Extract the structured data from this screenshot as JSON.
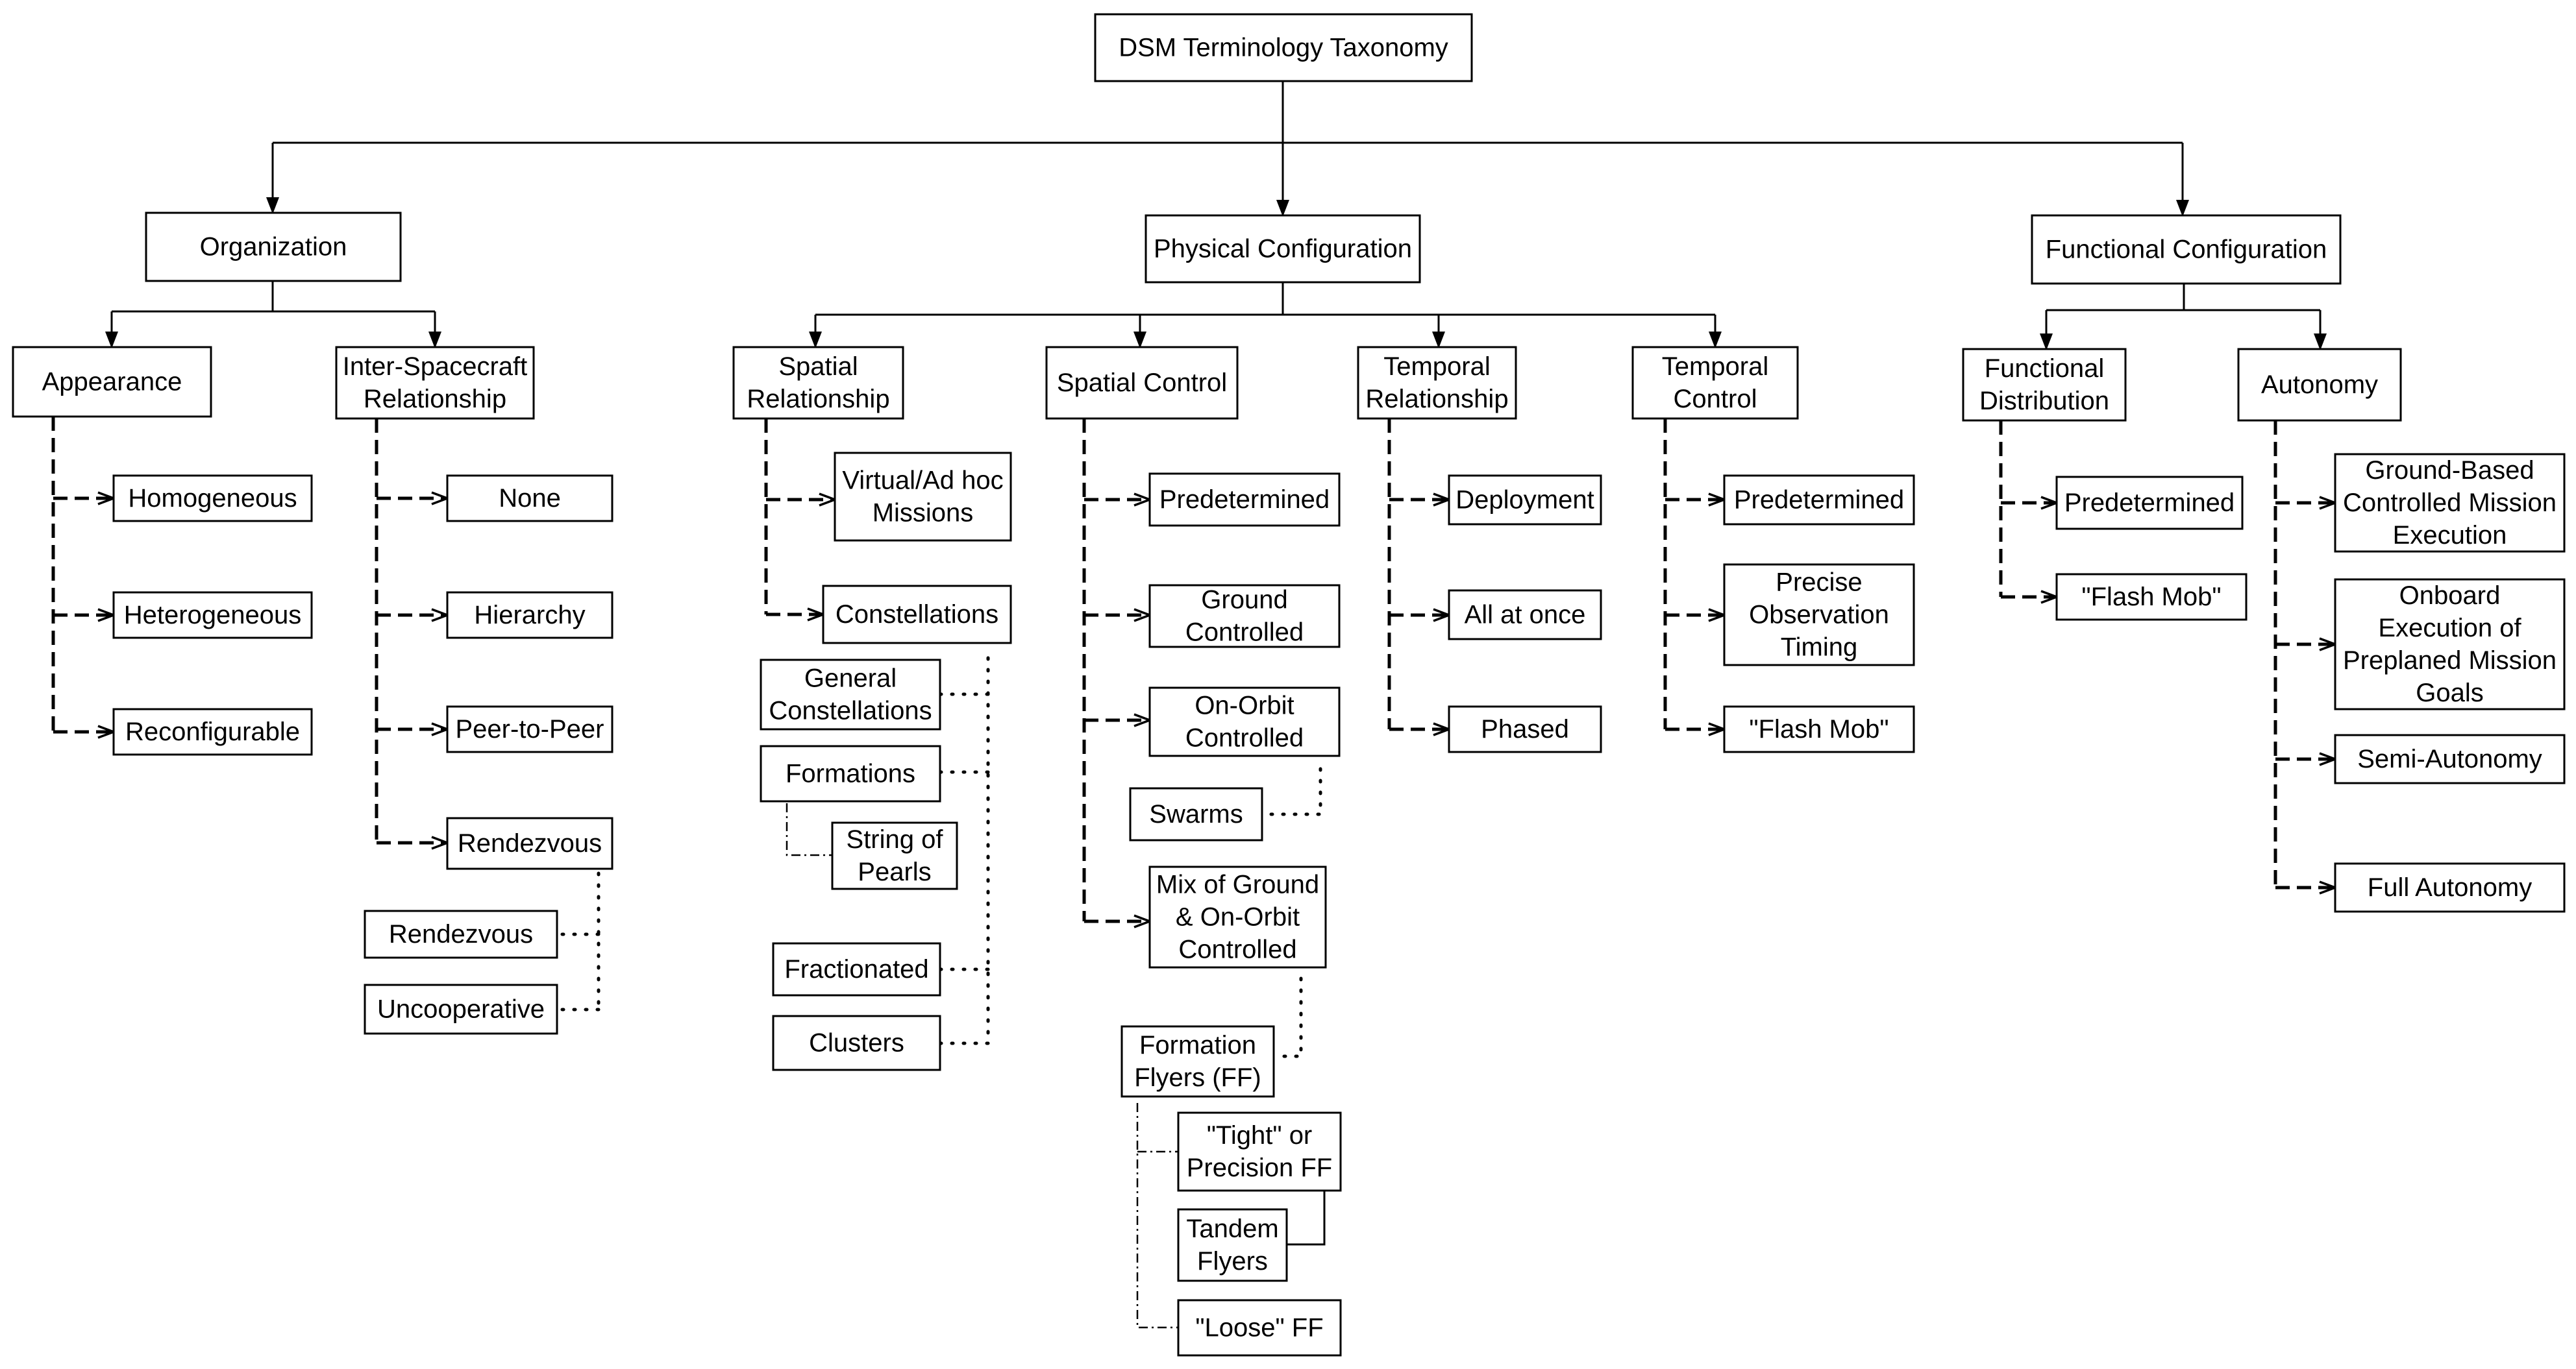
{
  "title": "DSM Terminology Taxonomy",
  "categories": {
    "organization": "Organization",
    "physical": "Physical Configuration",
    "functional": "Functional Configuration"
  },
  "subcategories": {
    "appearance": "Appearance",
    "inter_sc": [
      "Inter-Spacecraft",
      "Relationship"
    ],
    "spatial_rel": [
      "Spatial",
      "Relationship"
    ],
    "spatial_ctrl": "Spatial Control",
    "temporal_rel": [
      "Temporal",
      "Relationship"
    ],
    "temporal_ctrl": [
      "Temporal",
      "Control"
    ],
    "func_dist": [
      "Functional",
      "Distribution"
    ],
    "autonomy": "Autonomy"
  },
  "appearance": [
    "Homogeneous",
    "Heterogeneous",
    "Reconfigurable"
  ],
  "inter_sc": [
    "None",
    "Hierarchy",
    "Peer-to-Peer",
    "Rendezvous"
  ],
  "rendezvous_types": [
    "Rendezvous",
    "Uncooperative"
  ],
  "spatial_rel": {
    "virtual": [
      "Virtual/Ad hoc",
      "Missions"
    ],
    "constellations": "Constellations",
    "general": [
      "General",
      "Constellations"
    ],
    "formations": "Formations",
    "string": [
      "String of",
      "Pearls"
    ],
    "fractionated": "Fractionated",
    "clusters": "Clusters"
  },
  "spatial_ctrl": {
    "predetermined": "Predetermined",
    "ground": [
      "Ground",
      "Controlled"
    ],
    "onorbit": [
      "On-Orbit",
      "Controlled"
    ],
    "swarms": "Swarms",
    "mix": [
      "Mix of Ground",
      "& On-Orbit",
      "Controlled"
    ],
    "ff": [
      "Formation",
      "Flyers (FF)"
    ],
    "tight": [
      "\"Tight\" or",
      "Precision FF"
    ],
    "tandem": [
      "Tandem",
      "Flyers"
    ],
    "loose": "\"Loose\" FF"
  },
  "temporal_rel": [
    "Deployment",
    "All at once",
    "Phased"
  ],
  "temporal_ctrl": {
    "predetermined": "Predetermined",
    "precise": [
      "Precise",
      "Observation",
      "Timing"
    ],
    "flashmob": "\"Flash Mob\""
  },
  "func_dist": [
    "Predetermined",
    "\"Flash Mob\""
  ],
  "autonomy": {
    "ground": [
      "Ground-Based",
      "Controlled Mission",
      "Execution"
    ],
    "onboard": [
      "Onboard",
      "Execution of",
      "Preplaned Mission",
      "Goals"
    ],
    "semi": "Semi-Autonomy",
    "full": "Full Autonomy"
  }
}
